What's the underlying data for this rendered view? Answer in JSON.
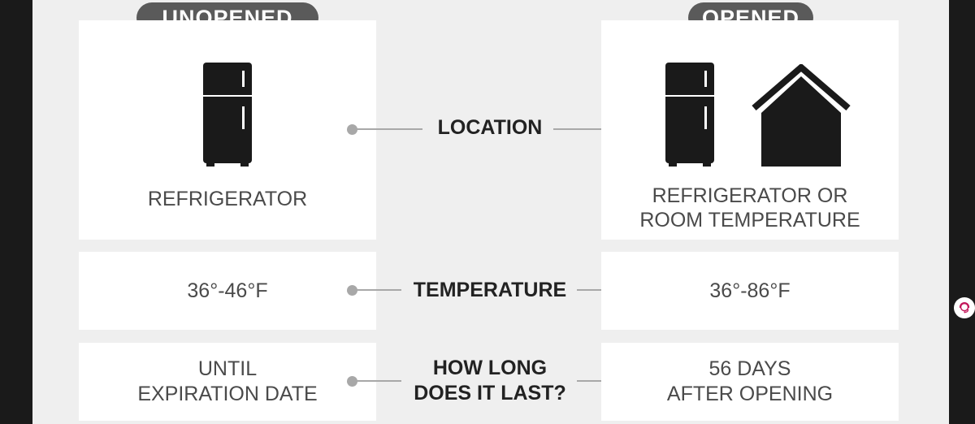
{
  "header": {
    "left_label": "UNOPENED",
    "right_label": "OPENED"
  },
  "rows": [
    {
      "left_lines": [
        "REFRIGERATOR"
      ],
      "center_lines": [
        "LOCATION"
      ],
      "right_lines": [
        "REFRIGERATOR OR",
        "ROOM TEMPERATURE"
      ]
    },
    {
      "left_lines": [
        "36°-46°F"
      ],
      "center_lines": [
        "TEMPERATURE"
      ],
      "right_lines": [
        "36°-86°F"
      ]
    },
    {
      "left_lines": [
        "UNTIL",
        "EXPIRATION DATE"
      ],
      "center_lines": [
        "HOW LONG",
        "DOES IT LAST?"
      ],
      "right_lines": [
        "56 DAYS",
        "AFTER OPENING"
      ]
    }
  ],
  "icons": {
    "unopened_location": [
      "refrigerator-icon"
    ],
    "opened_location": [
      "refrigerator-icon",
      "house-icon"
    ],
    "side": [
      "support-agent-icon"
    ]
  },
  "colors": {
    "background": "#efefef",
    "card": "#ffffff",
    "pill": "#5a5a5a",
    "connector": "#a8a8a8",
    "icon": "#1a1a1a"
  }
}
